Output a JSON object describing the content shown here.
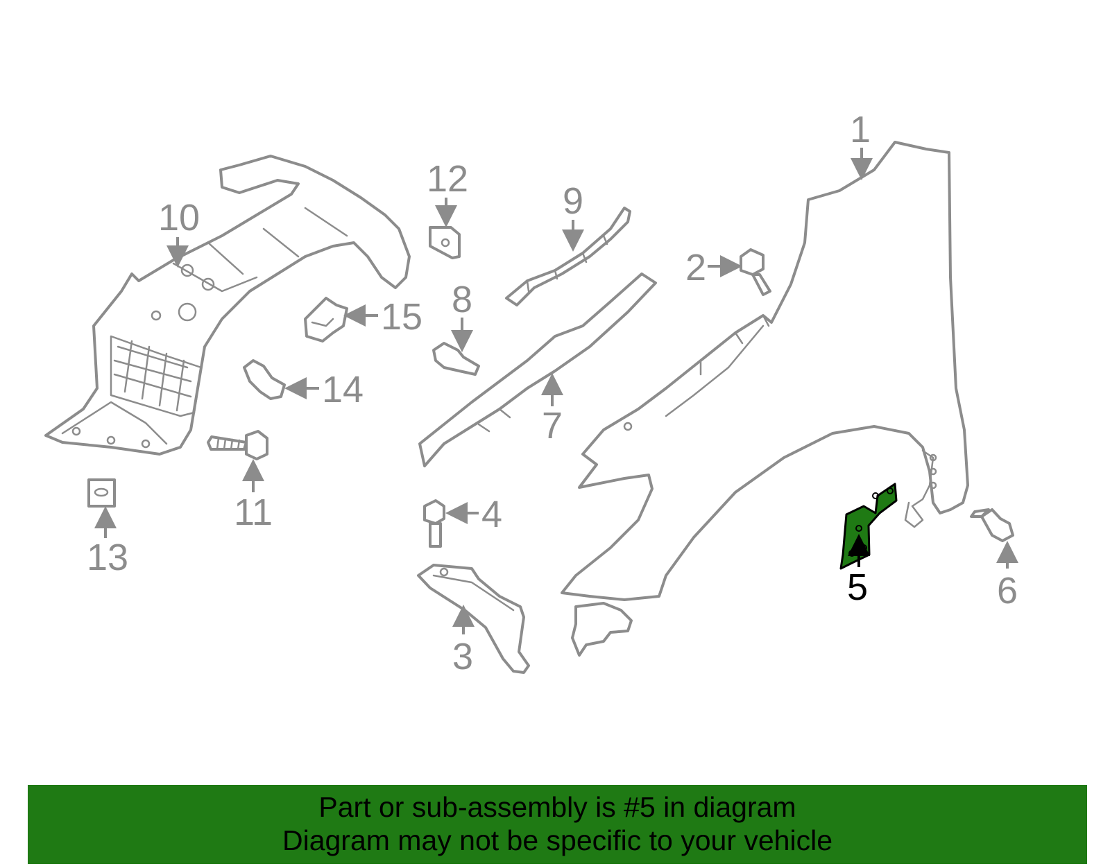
{
  "highlight_color": "#1f7a14",
  "line_color": "#8c8c8c",
  "callouts": {
    "c1": "1",
    "c2": "2",
    "c3": "3",
    "c4": "4",
    "c5": "5",
    "c6": "6",
    "c7": "7",
    "c8": "8",
    "c9": "9",
    "c10": "10",
    "c11": "11",
    "c12": "12",
    "c13": "13",
    "c14": "14",
    "c15": "15"
  },
  "highlighted_part": "5",
  "banner": {
    "line1": "Part or sub-assembly is #5 in diagram",
    "line2": "Diagram may not be specific to your vehicle"
  }
}
